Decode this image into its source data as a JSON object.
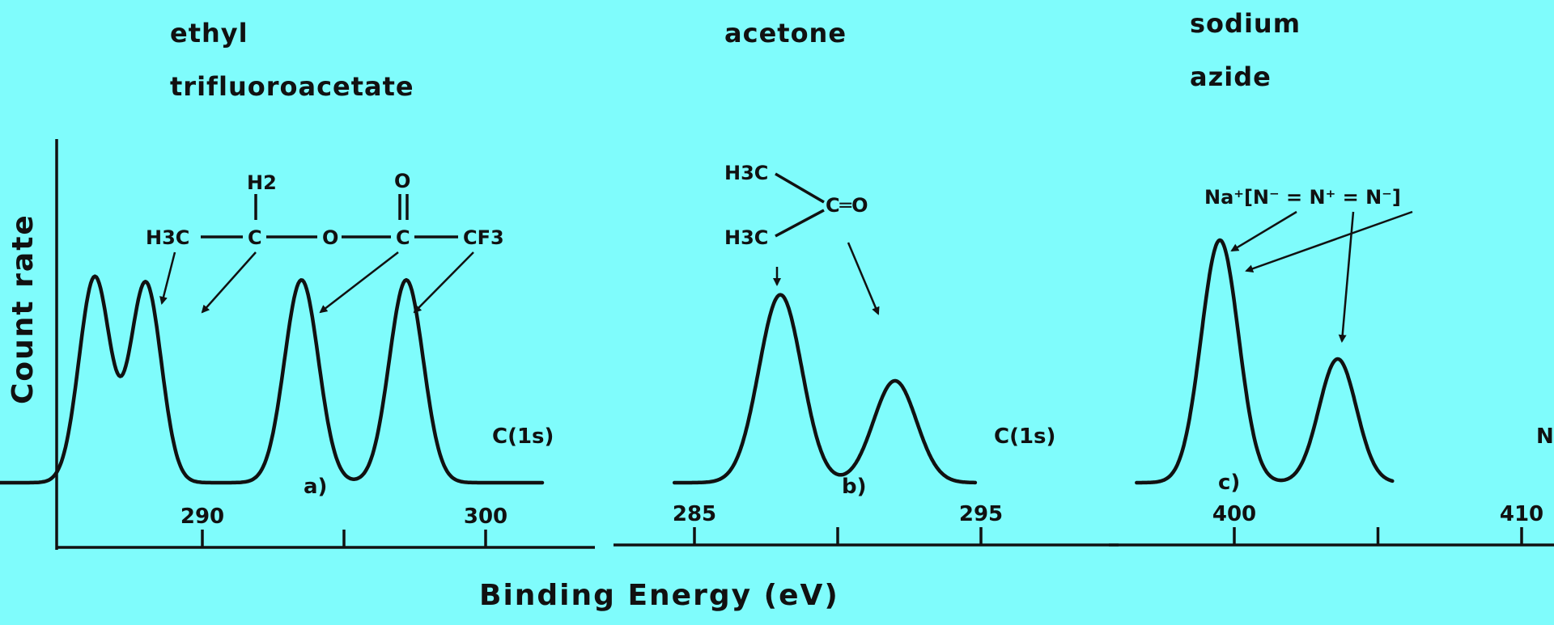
{
  "chart_data": {
    "type": "line",
    "ylabel": "Count rate",
    "xlabel": "Binding Energy (eV)",
    "panels": [
      {
        "title_lines": [
          "ethyl",
          "trifluoroacetate"
        ],
        "panel_label": "a)",
        "core_level": "C(1s)",
        "x_ticks": [
          {
            "value": 290,
            "label": "290"
          },
          {
            "value": 295,
            "label": ""
          },
          {
            "value": 300,
            "label": "300"
          }
        ],
        "peaks": [
          {
            "center": 286.2,
            "height": 0.77,
            "width": 0.55
          },
          {
            "center": 288.0,
            "height": 0.75,
            "width": 0.55
          },
          {
            "center": 293.5,
            "height": 0.76,
            "width": 0.6
          },
          {
            "center": 297.2,
            "height": 0.76,
            "width": 0.6
          }
        ]
      },
      {
        "title_lines": [
          "acetone"
        ],
        "panel_label": "b)",
        "core_level": "C(1s)",
        "x_ticks": [
          {
            "value": 285,
            "label": "285"
          },
          {
            "value": 290,
            "label": ""
          },
          {
            "value": 295,
            "label": "295"
          }
        ],
        "peaks": [
          {
            "center": 288.0,
            "height": 0.83,
            "width": 0.75
          },
          {
            "center": 292.0,
            "height": 0.45,
            "width": 0.75
          }
        ]
      },
      {
        "title_lines": [
          "sodium",
          "azide"
        ],
        "panel_label": "c)",
        "core_level": "N",
        "x_ticks": [
          {
            "value": 400,
            "label": "400"
          },
          {
            "value": 405,
            "label": ""
          },
          {
            "value": 410,
            "label": "410"
          }
        ],
        "peaks": [
          {
            "center": 399.5,
            "height": 1.0,
            "width": 0.65
          },
          {
            "center": 403.6,
            "height": 0.51,
            "width": 0.65
          }
        ]
      }
    ],
    "molecules": {
      "a": {
        "h2": "H2",
        "o_top": "O",
        "ch3": "H3C",
        "o_mid": "O",
        "c_mid1": "C",
        "c_mid2": "C",
        "cf3": "CF3"
      },
      "b": {
        "ch3_top": "H3C",
        "ch3_bot": "H3C",
        "co": "C═O"
      },
      "c": {
        "formula": "Na⁺[N⁻ = N⁺ = N⁻]"
      }
    }
  }
}
